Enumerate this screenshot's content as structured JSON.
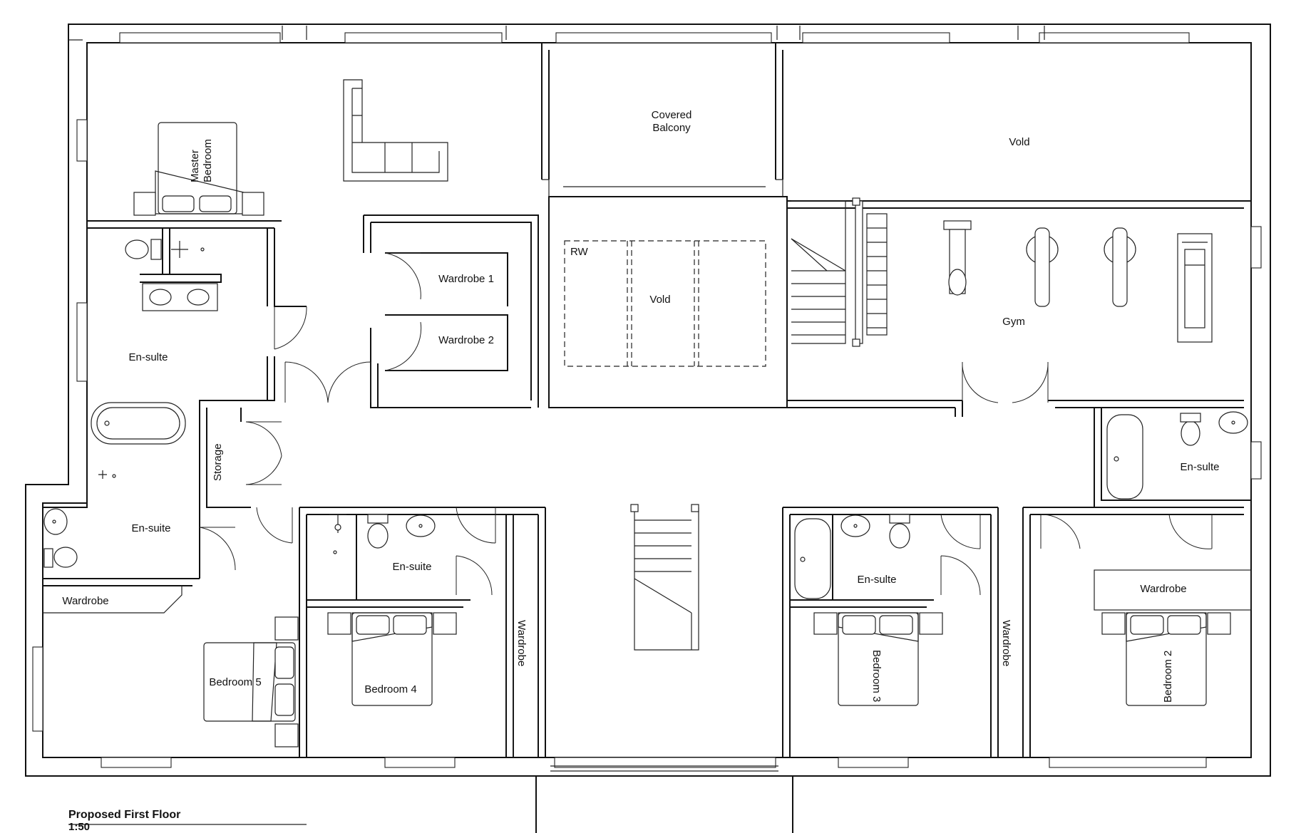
{
  "title": "Proposed First Floor",
  "scale": "1:50",
  "rooms": {
    "covered_balcony_line1": "Covered",
    "covered_balcony_line2": "Balcony",
    "void_top": "Vold",
    "void_center": "Vold",
    "rw": "RW",
    "master_bedroom_line1": "Master",
    "master_bedroom_line2": "Bedroom",
    "wardrobe_1": "Wardrobe 1",
    "wardrobe_2": "Wardrobe 2",
    "ensuite_master": "En-sulte",
    "storage": "Storage",
    "gym": "Gym",
    "ensuite_left": "En-suite",
    "wardrobe_left": "Wardrobe",
    "bedroom_5": "Bedroom 5",
    "ensuite_bed4": "En-suite",
    "bedroom_4": "Bedroom 4",
    "wardrobe_mid": "Wardrobe",
    "ensuite_bed3": "En-sulte",
    "bedroom_3": "Bedroom 3",
    "wardrobe_right": "Wardrobe",
    "ensuite_right": "En-sulte",
    "wardrobe_far_right": "Wardrobe",
    "bedroom_2": "Bedroom 2"
  }
}
